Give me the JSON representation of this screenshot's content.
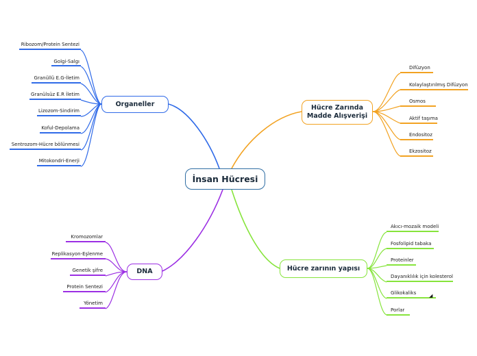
{
  "center": {
    "label": "İnsan Hücresi"
  },
  "colors": {
    "organeller": "#2f6ae8",
    "madde": "#f2a221",
    "dna": "#9b2ee3",
    "yapi": "#86e43b",
    "center": "#2f6da3"
  },
  "branches": {
    "organeller": {
      "label": "Organeller",
      "items": [
        "Ribozom/Protein Sentezi",
        "Golgi-Salgı",
        "Granüllü E.G-İletim",
        "Granülsüz E.R İletim",
        "Lizozom-Sindirim",
        "Koful-Depolama",
        "Sentrozom-Hücre bölünmesi",
        "Mitokondri-Enerji"
      ]
    },
    "madde": {
      "label_line1": "Hücre Zarında",
      "label_line2": "Madde Alışverişi",
      "items": [
        "Difüzyon",
        "Kolaylaştırılmış Difüzyon",
        "Osmos",
        "Aktif taşıma",
        "Endositoz",
        "Ekzositoz"
      ]
    },
    "dna": {
      "label": "DNA",
      "items": [
        "Kromozomlar",
        "Replikasyon-Eşlenme",
        "Genetik şifre",
        "Protein Sentezi",
        "Yönetim"
      ]
    },
    "yapi": {
      "label": "Hücre zarının yapısı",
      "items": [
        "Akıcı-mozaik modeli",
        "Fosfolipid tabaka",
        "Proteinler",
        "Dayanıklılık için kolesterol",
        "Glikokaliks",
        "Porlar"
      ],
      "marker_icon": "triangle-marker-icon",
      "marker_glyph": "◢"
    }
  }
}
